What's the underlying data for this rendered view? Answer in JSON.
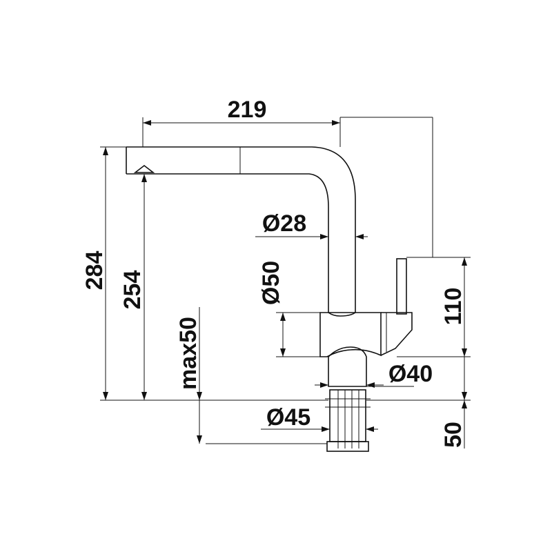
{
  "dimensions": {
    "width_219": "219",
    "height_284": "284",
    "spout_height_254": "254",
    "counter_max_50": "max50",
    "dia_spout_28": "Ø28",
    "dia_body_50": "Ø50",
    "dia_base_40": "Ø40",
    "dia_hole_45": "Ø45",
    "lever_110": "110",
    "thread_50": "50"
  },
  "colors": {
    "line": "#111111",
    "background": "#ffffff"
  }
}
